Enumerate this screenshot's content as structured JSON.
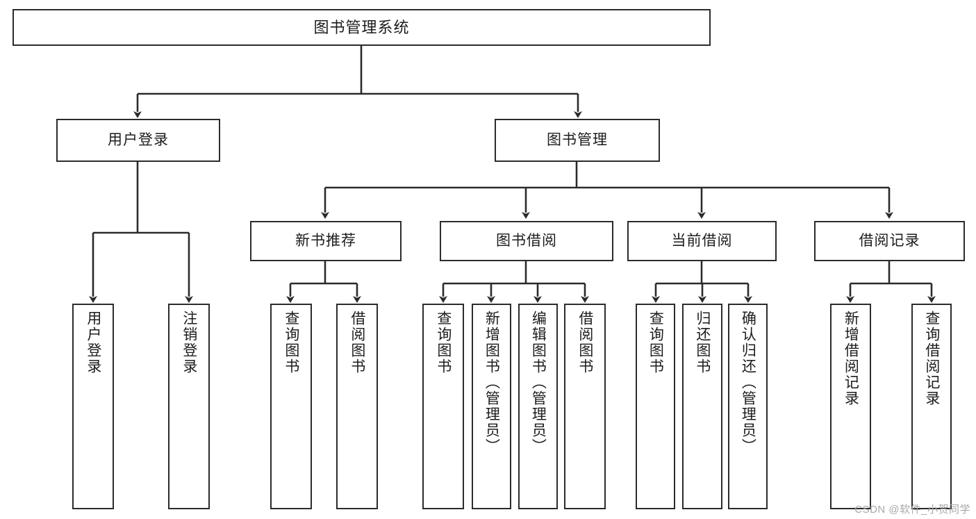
{
  "diagram": {
    "type": "tree-hierarchy",
    "title": "图书管理系统",
    "watermark": "CSDN @软件_小贺同学",
    "colors": {
      "stroke": "#2b2b2b",
      "fill": "#ffffff",
      "text": "#1c1c1c",
      "watermark": "#a8a8a8"
    },
    "nodes": {
      "root": {
        "label": "图书管理系统"
      },
      "level2": [
        {
          "label": "用户登录"
        },
        {
          "label": "图书管理"
        }
      ],
      "level3": [
        {
          "label": "新书推荐"
        },
        {
          "label": "图书借阅"
        },
        {
          "label": "当前借阅"
        },
        {
          "label": "借阅记录"
        }
      ],
      "leaves": [
        {
          "label": "用户登录"
        },
        {
          "label": "注销登录"
        },
        {
          "label": "查询图书"
        },
        {
          "label": "借阅图书"
        },
        {
          "label": "查询图书"
        },
        {
          "label": "新增图书（管理员）"
        },
        {
          "label": "编辑图书（管理员）"
        },
        {
          "label": "借阅图书"
        },
        {
          "label": "查询图书"
        },
        {
          "label": "归还图书"
        },
        {
          "label": "确认归还（管理员）"
        },
        {
          "label": "新增借阅记录"
        },
        {
          "label": "查询借阅记录"
        }
      ]
    }
  }
}
